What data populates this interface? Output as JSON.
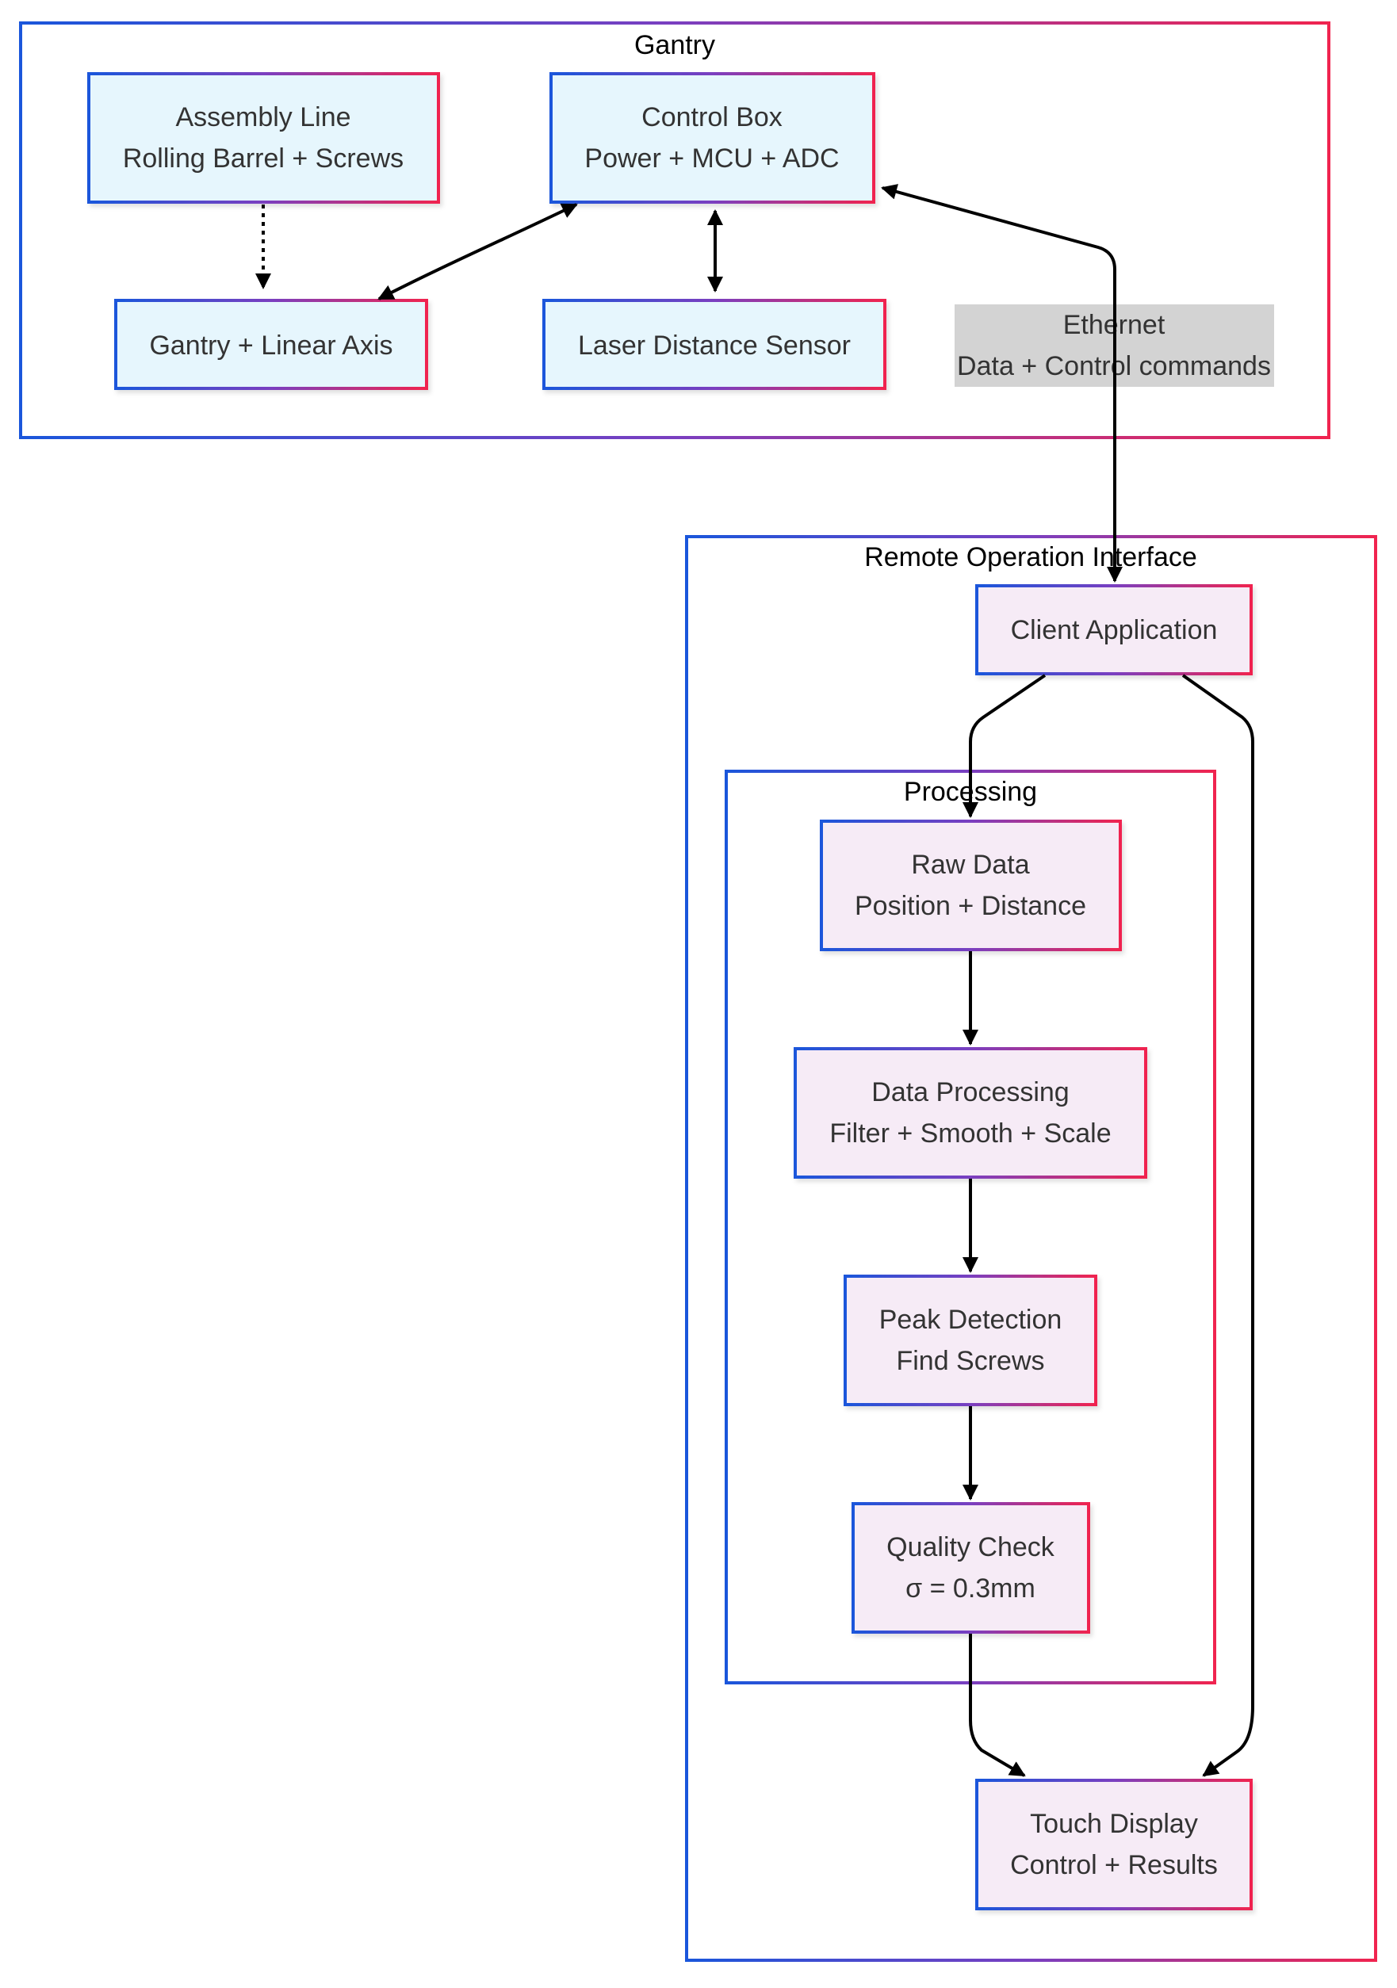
{
  "clusters": {
    "gantry": {
      "title": "Gantry"
    },
    "remote": {
      "title": "Remote Operation Interface"
    },
    "processing": {
      "title": "Processing"
    }
  },
  "nodes": {
    "assembly_line": {
      "line1": "Assembly Line",
      "line2": "Rolling Barrel + Screws"
    },
    "control_box": {
      "line1": "Control Box",
      "line2": "Power + MCU + ADC"
    },
    "gantry_axis": {
      "line1": "Gantry + Linear Axis"
    },
    "laser_sensor": {
      "line1": "Laser Distance Sensor"
    },
    "ethernet": {
      "line1": "Ethernet",
      "line2": "Data + Control commands"
    },
    "client_app": {
      "line1": "Client Application"
    },
    "raw_data": {
      "line1": "Raw Data",
      "line2": "Position + Distance"
    },
    "data_processing": {
      "line1": "Data Processing",
      "line2": "Filter + Smooth + Scale"
    },
    "peak_detection": {
      "line1": "Peak Detection",
      "line2": "Find Screws"
    },
    "quality_check": {
      "line1": "Quality Check",
      "line2": "σ = 0.3mm"
    },
    "touch_display": {
      "line1": "Touch Display",
      "line2": "Control + Results"
    }
  },
  "colors": {
    "border_start": "#1a56db",
    "border_end": "#f0244f",
    "gantry_fill": "#e6f6fd",
    "remote_fill": "#f6ebf6",
    "ethernet_fill": "#d3d3d3",
    "edge": "#000000"
  }
}
